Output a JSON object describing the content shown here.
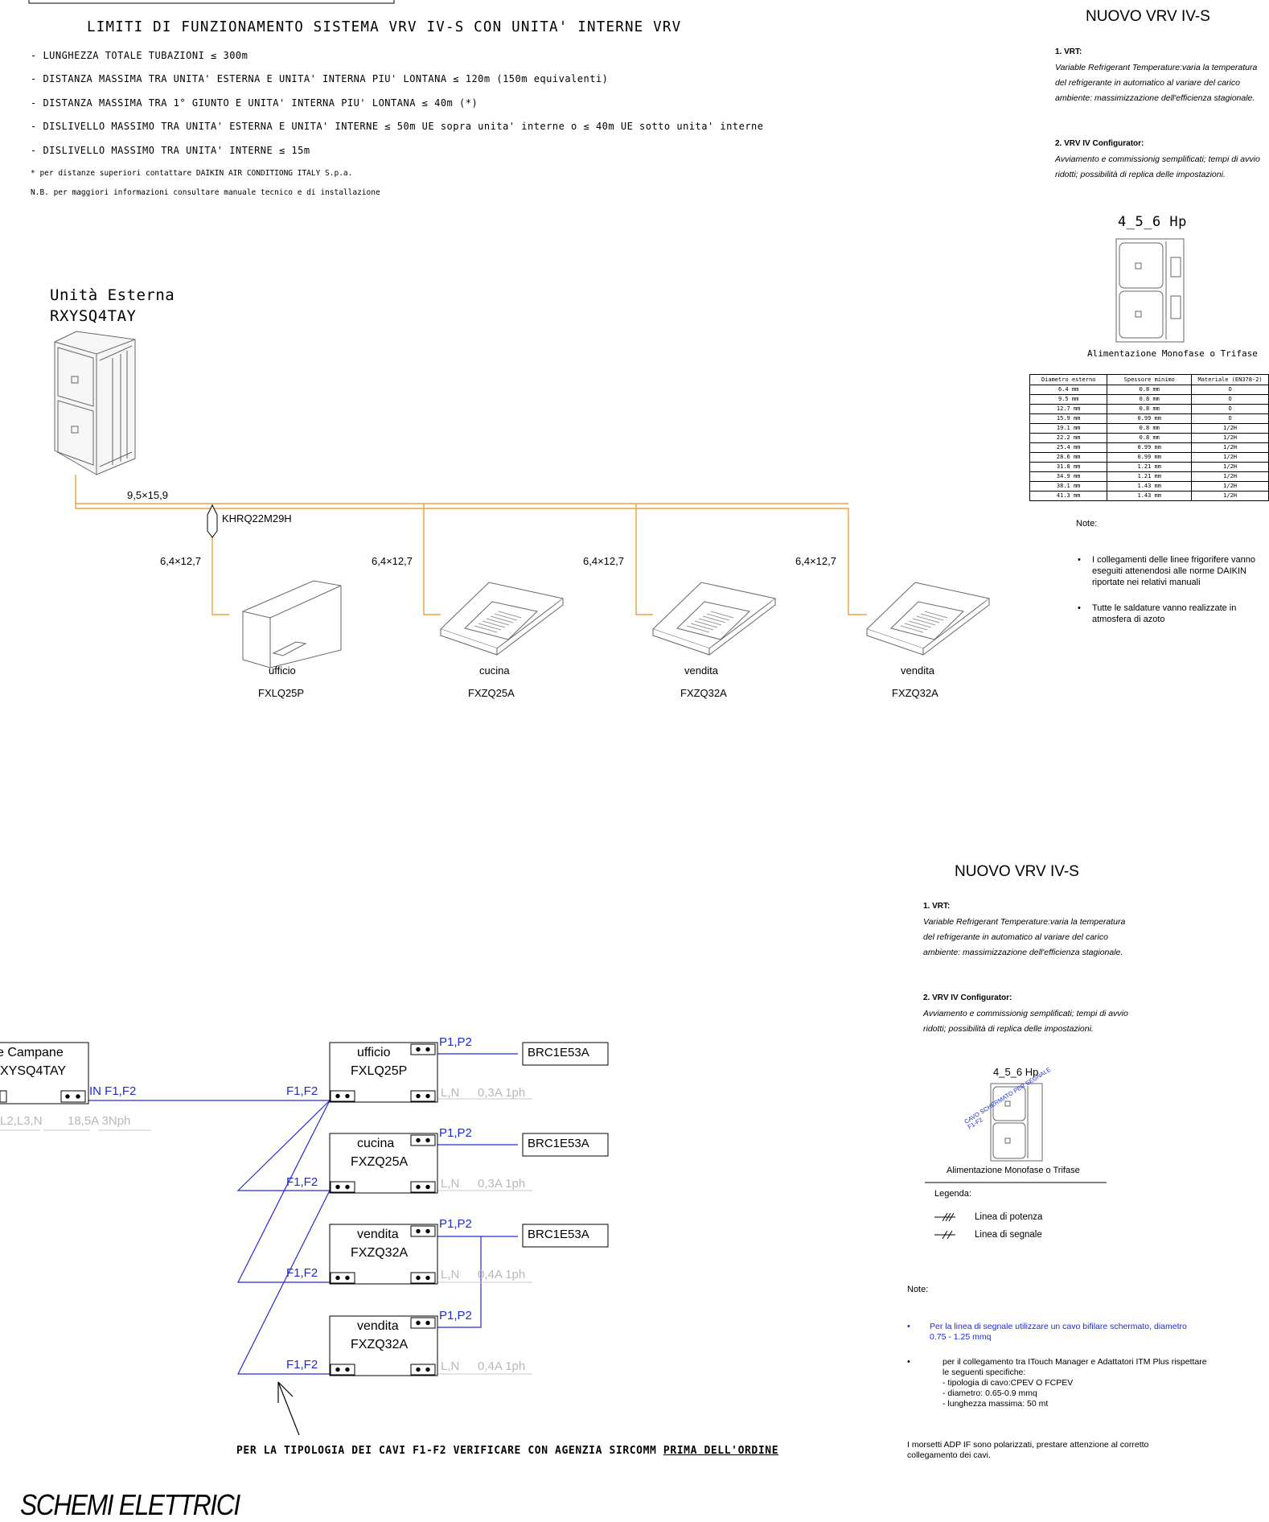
{
  "limits": {
    "title": "LIMITI DI FUNZIONAMENTO SISTEMA VRV IV-S CON UNITA' INTERNE VRV",
    "items": [
      "- LUNGHEZZA TOTALE TUBAZIONI ≤ 300m",
      "- DISTANZA MASSIMA TRA UNITA' ESTERNA E UNITA' INTERNA PIU' LONTANA ≤ 120m (150m equivalenti)",
      "- DISTANZA MASSIMA TRA 1° GIUNTO E UNITA' INTERNA PIU' LONTANA ≤ 40m (*)",
      "- DISLIVELLO MASSIMO TRA UNITA' ESTERNA E UNITA' INTERNE ≤ 50m UE sopra unita' interne o ≤ 40m UE sotto unita' interne",
      "- DISLIVELLO MASSIMO TRA UNITA' INTERNE ≤ 15m"
    ],
    "footnote1": "* per distanze superiori contattare DAIKIN AIR CONDITIONG ITALY S.p.a.",
    "footnote2": "N.B. per maggiori informazioni consultare manuale tecnico e di installazione"
  },
  "outdoor": {
    "label": "Unità Esterna",
    "model": "RXYSQ4TAY"
  },
  "piping": {
    "main_pipe": "9,5×15,9",
    "joint": "KHRQ22M29H",
    "branch_sizes": [
      "6,4×12,7",
      "6,4×12,7",
      "6,4×12,7",
      "6,4×12,7"
    ],
    "units": [
      {
        "room": "ufficio",
        "model": "FXLQ25P"
      },
      {
        "room": "cucina",
        "model": "FXZQ25A"
      },
      {
        "room": "vendita",
        "model": "FXZQ32A"
      },
      {
        "room": "vendita",
        "model": "FXZQ32A"
      }
    ]
  },
  "info_top": {
    "title": "NUOVO VRV IV-S",
    "s1_head": "1.   VRT:",
    "s1_lines": [
      "Variable Refrigerant Temperature:varia la temperatura",
      "del  refrigerante in automatico al variare del carico",
      "ambiente: massimizzazione dell'efficienza stagionale."
    ],
    "s2_head": "2.   VRV IV Configurator:",
    "s2_lines": [
      "Avviamento e commissionig semplificati; tempi di avvio",
      "ridotti; possibilità di replica delle impostazioni."
    ],
    "hp": "4_5_6 Hp",
    "power": "Alimentazione Monofase o Trifase",
    "table_headers": [
      "Diametro esterno",
      "Spessore minimo",
      "Materiale (EN378-2)"
    ],
    "table_rows": [
      [
        "6.4 mm",
        "0.8 mm",
        "O"
      ],
      [
        "9.5 mm",
        "0.8 mm",
        "O"
      ],
      [
        "12.7 mm",
        "0.8 mm",
        "O"
      ],
      [
        "15.9 mm",
        "0.99 mm",
        "O"
      ],
      [
        "19.1 mm",
        "0.8 mm",
        "1/2H"
      ],
      [
        "22.2 mm",
        "0.8 mm",
        "1/2H"
      ],
      [
        "25.4 mm",
        "0.99 mm",
        "1/2H"
      ],
      [
        "28.6 mm",
        "0.99 mm",
        "1/2H"
      ],
      [
        "31.8 mm",
        "1.21 mm",
        "1/2H"
      ],
      [
        "34.9 mm",
        "1.21 mm",
        "1/2H"
      ],
      [
        "38.1 mm",
        "1.43 mm",
        "1/2H"
      ],
      [
        "41.3 mm",
        "1.43 mm",
        "1/2H"
      ]
    ],
    "note_head": "Note:",
    "notes": [
      [
        "I collegamenti delle linee frigorifere vanno",
        "eseguiti attenendosi alle norme DAIKIN",
        "riportate nei relativi manuali"
      ],
      [
        "Tutte le saldature vanno realizzate in",
        "atmosfera di azoto"
      ]
    ]
  },
  "electric": {
    "outdoor_name": "e Campane",
    "outdoor_model": "XYSQ4TAY",
    "in_label": "IN F1,F2",
    "outdoor_power": "L2,L3,N",
    "outdoor_amp": "18,5A 3Nph",
    "units": [
      {
        "room": "ufficio",
        "model": "FXLQ25P",
        "f": "F1,F2",
        "p": "P1,P2",
        "ln": "L,N",
        "amp": "0,3A 1ph",
        "remote": "BRC1E53A"
      },
      {
        "room": "cucina",
        "model": "FXZQ25A",
        "f": "F1,F2",
        "p": "P1,P2",
        "ln": "L,N",
        "amp": "0,3A 1ph",
        "remote": "BRC1E53A"
      },
      {
        "room": "vendita",
        "model": "FXZQ32A",
        "f": "F1,F2",
        "p": "P1,P2",
        "ln": "L,N",
        "amp": "0,4A 1ph",
        "remote": "BRC1E53A"
      },
      {
        "room": "vendita",
        "model": "FXZQ32A",
        "f": "F1,F2",
        "p": "P1,P2",
        "ln": "L,N",
        "amp": "0,4A 1ph",
        "remote": ""
      }
    ],
    "warning_pre": "PER LA TIPOLOGIA DEI CAVI F1-F2 VERIFICARE CON AGENZIA SIRCOMM ",
    "warning_ul": "PRIMA DELL'ORDINE",
    "section_title": "SCHEMI ELETTRICI"
  },
  "info_bottom": {
    "title": "NUOVO VRV IV-S",
    "s1_head": "1.   VRT:",
    "s1_lines": [
      "Variable Refrigerant Temperature:varia la temperatura",
      "del  refrigerante in automatico al variare del carico",
      "ambiente: massimizzazione dell'efficienza stagionale."
    ],
    "s2_head": "2.   VRV IV Configurator:",
    "s2_lines": [
      "Avviamento e commissionig semplificati; tempi di avvio",
      "ridotti; possibilità di replica delle impostazioni."
    ],
    "hp": "4_5_6 Hp",
    "cable_label": "CAVO SCHERMATO PER SEGNALE",
    "cable_sub": "F1-F2",
    "power": "Alimentazione Monofase o Trifase",
    "legend_head": "Legenda:",
    "legend_power": "Linea di potenza",
    "legend_signal": "Linea di segnale",
    "note_head": "Note:",
    "note_blue": [
      "Per la linea di segnale utilizzare un cavo bifilare schermato, diametro",
      "0.75 - 1.25 mmq"
    ],
    "note_black": [
      "per il collegamento tra ITouch Manager e Adattatori ITM Plus rispettare",
      "le seguenti specifiche:",
      "- tipologia di cavo:CPEV O FCPEV",
      "- diametro: 0.65-0.9 mmq",
      "- lunghezza massima: 50 mt"
    ],
    "footer": [
      "I morsetti ADP IF sono polarizzati, prestare attenzione al corretto",
      "collegamento dei cavi."
    ]
  }
}
